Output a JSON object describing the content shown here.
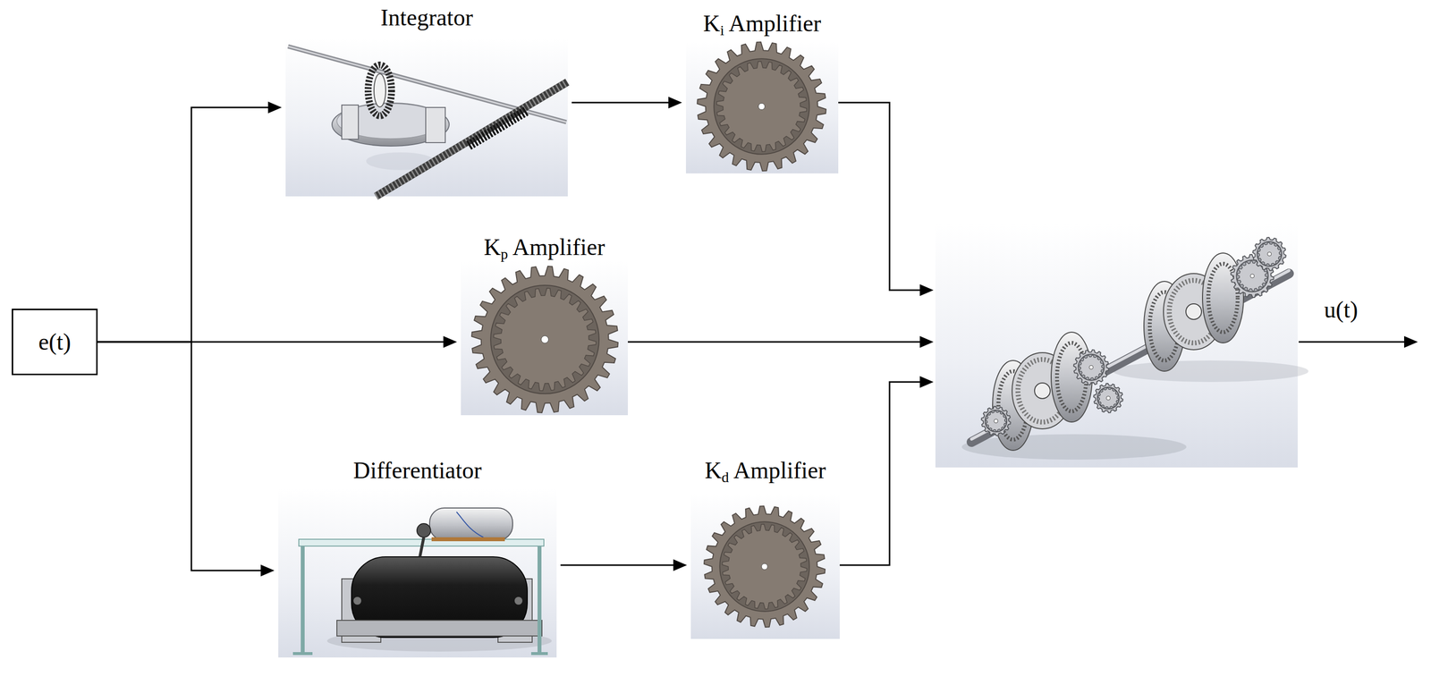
{
  "diagram": {
    "nodes": [
      {
        "text": [
          "e(t)"
        ]
      },
      {
        "text": [
          "Integrator"
        ]
      },
      {
        "text": [
          "Ki Amplifier"
        ]
      },
      {
        "text": [
          "Kp Amplifier"
        ]
      },
      {
        "text": [
          "Differentiator"
        ]
      },
      {
        "text": [
          "Kd Amplifier"
        ]
      }
    ],
    "edges": [
      {
        "from": 0,
        "to": 1,
        "arrow": "to"
      },
      {
        "from": 0,
        "to": 3,
        "arrow": "to"
      },
      {
        "from": 0,
        "to": 4,
        "arrow": "to"
      },
      {
        "from": 1,
        "to": 2,
        "arrow": "to"
      },
      {
        "from": 4,
        "to": 5,
        "arrow": "to"
      }
    ],
    "labels": [
      "u(t)"
    ]
  }
}
